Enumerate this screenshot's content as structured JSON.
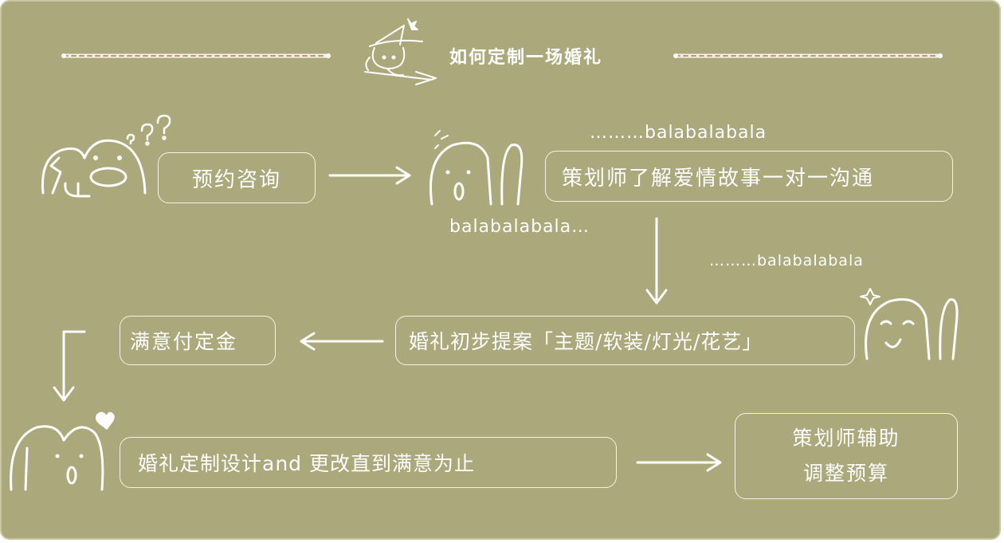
{
  "title": "如何定制一场婚礼",
  "steps": [
    {
      "label": "预约咨询"
    },
    {
      "label": "策划师了解爱情故事一对一沟通"
    },
    {
      "label": "婚礼初步提案「主题/软装/灯光/花艺」"
    },
    {
      "label": "满意付定金"
    },
    {
      "label": "婚礼定制设计and 更改直到满意为止"
    },
    {
      "label_line1": "策划师辅助",
      "label_line2": "调整预算"
    }
  ],
  "chatter": {
    "top_right": "………balabalabala",
    "below_ghost": "balabalabala…",
    "right_ghost": "………balabalabala"
  },
  "icons": [
    "witch-icon",
    "elephant-icon",
    "ghost-icon",
    "arrow-icon",
    "heart-icon",
    "star-icon",
    "question-mark-icon"
  ],
  "colors": {
    "background": "#aba97b",
    "ink": "#ffffff",
    "rope_accent": "#c98f8f"
  }
}
